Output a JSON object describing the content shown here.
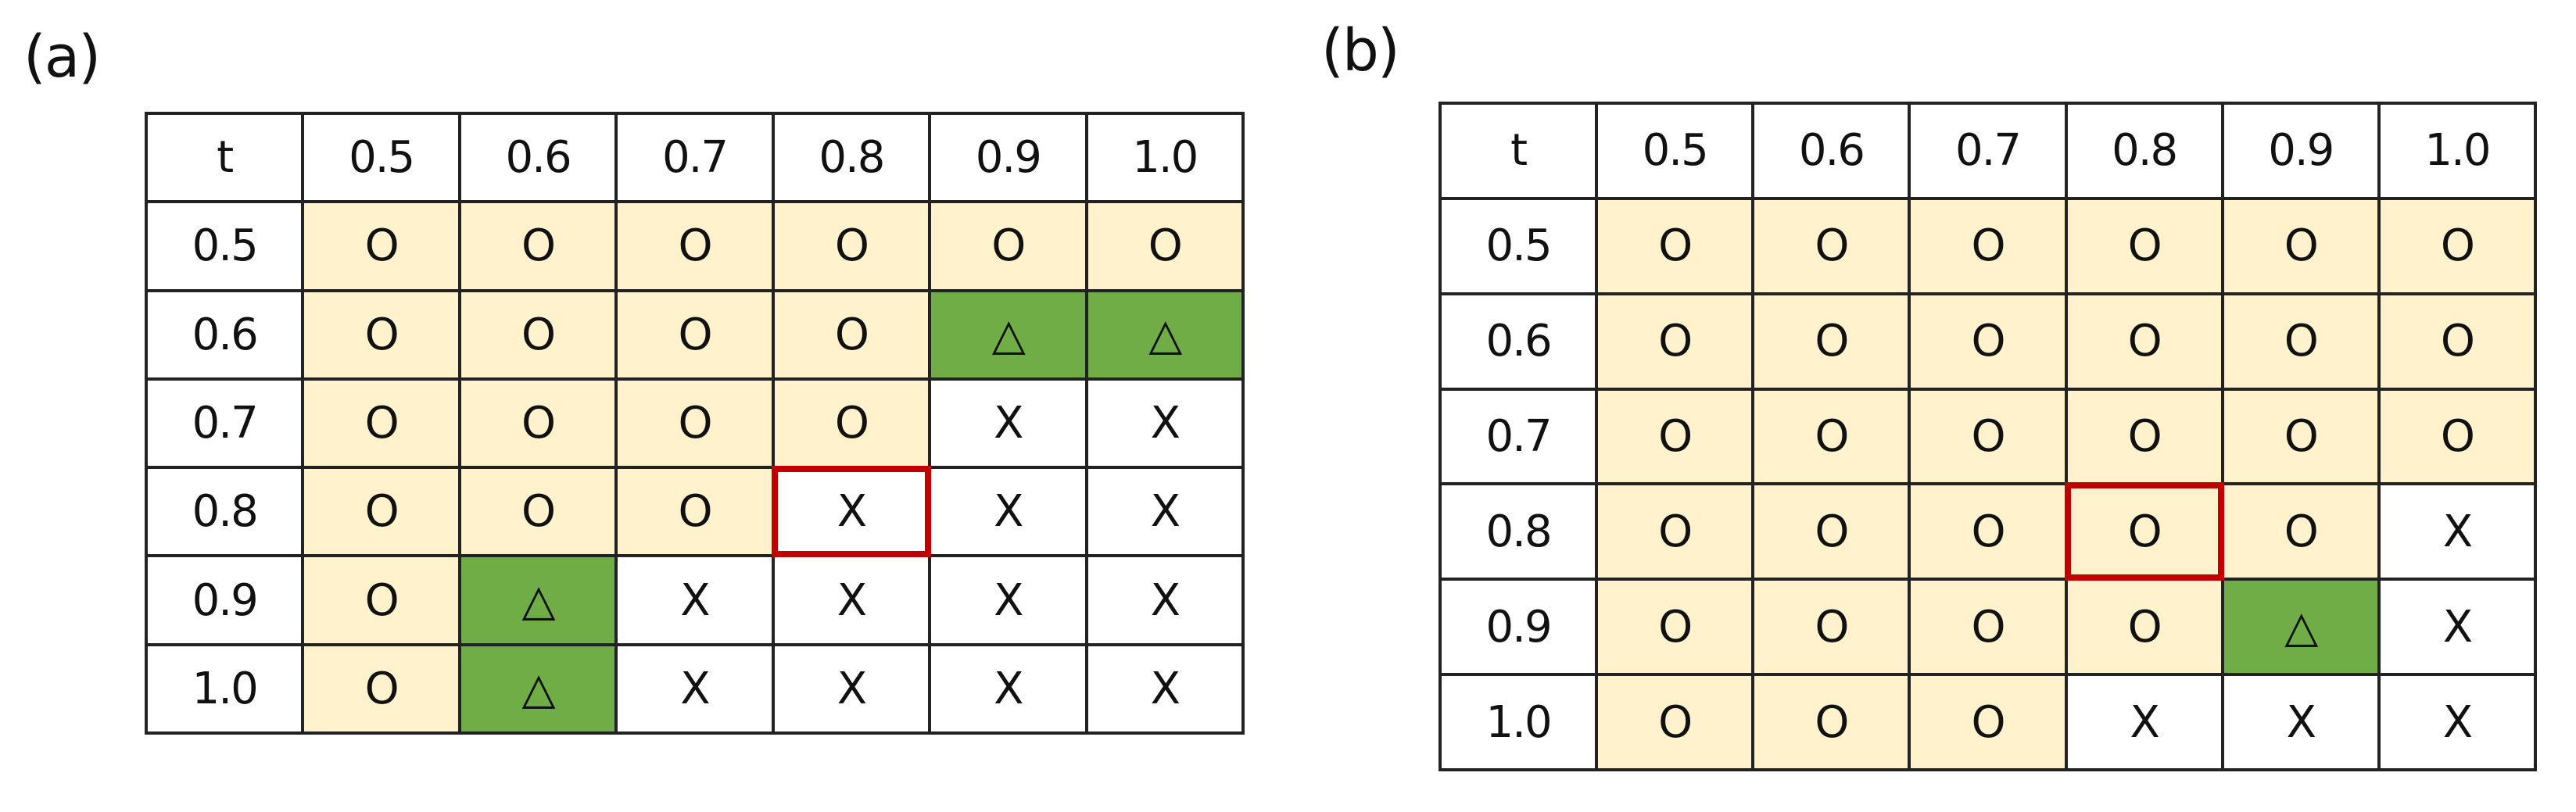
{
  "panels": [
    {
      "label": "(a)",
      "corner": "t",
      "columns": [
        "0.5",
        "0.6",
        "0.7",
        "0.8",
        "0.9",
        "1.0"
      ],
      "rows": [
        {
          "header": "0.5",
          "cells": [
            "O",
            "O",
            "O",
            "O",
            "O",
            "O"
          ]
        },
        {
          "header": "0.6",
          "cells": [
            "O",
            "O",
            "O",
            "O",
            "△",
            "△"
          ]
        },
        {
          "header": "0.7",
          "cells": [
            "O",
            "O",
            "O",
            "O",
            "X",
            "X"
          ]
        },
        {
          "header": "0.8",
          "cells": [
            "O",
            "O",
            "O",
            "X",
            "X",
            "X"
          ]
        },
        {
          "header": "0.9",
          "cells": [
            "O",
            "△",
            "X",
            "X",
            "X",
            "X"
          ]
        },
        {
          "header": "1.0",
          "cells": [
            "O",
            "△",
            "X",
            "X",
            "X",
            "X"
          ]
        }
      ],
      "highlighted_cell": {
        "row": "0.8",
        "column": "0.8"
      }
    },
    {
      "label": "(b)",
      "corner": "t",
      "columns": [
        "0.5",
        "0.6",
        "0.7",
        "0.8",
        "0.9",
        "1.0"
      ],
      "rows": [
        {
          "header": "0.5",
          "cells": [
            "O",
            "O",
            "O",
            "O",
            "O",
            "O"
          ]
        },
        {
          "header": "0.6",
          "cells": [
            "O",
            "O",
            "O",
            "O",
            "O",
            "O"
          ]
        },
        {
          "header": "0.7",
          "cells": [
            "O",
            "O",
            "O",
            "O",
            "O",
            "O"
          ]
        },
        {
          "header": "0.8",
          "cells": [
            "O",
            "O",
            "O",
            "O",
            "O",
            "X"
          ]
        },
        {
          "header": "0.9",
          "cells": [
            "O",
            "O",
            "O",
            "O",
            "△",
            "X"
          ]
        },
        {
          "header": "1.0",
          "cells": [
            "O",
            "O",
            "O",
            "X",
            "X",
            "X"
          ]
        }
      ],
      "highlighted_cell": {
        "row": "0.8",
        "column": "0.8"
      }
    }
  ],
  "colors": {
    "O": "#fff2cc",
    "△": "#70ad47",
    "X": "#ffffff",
    "highlight": "#c00000"
  }
}
